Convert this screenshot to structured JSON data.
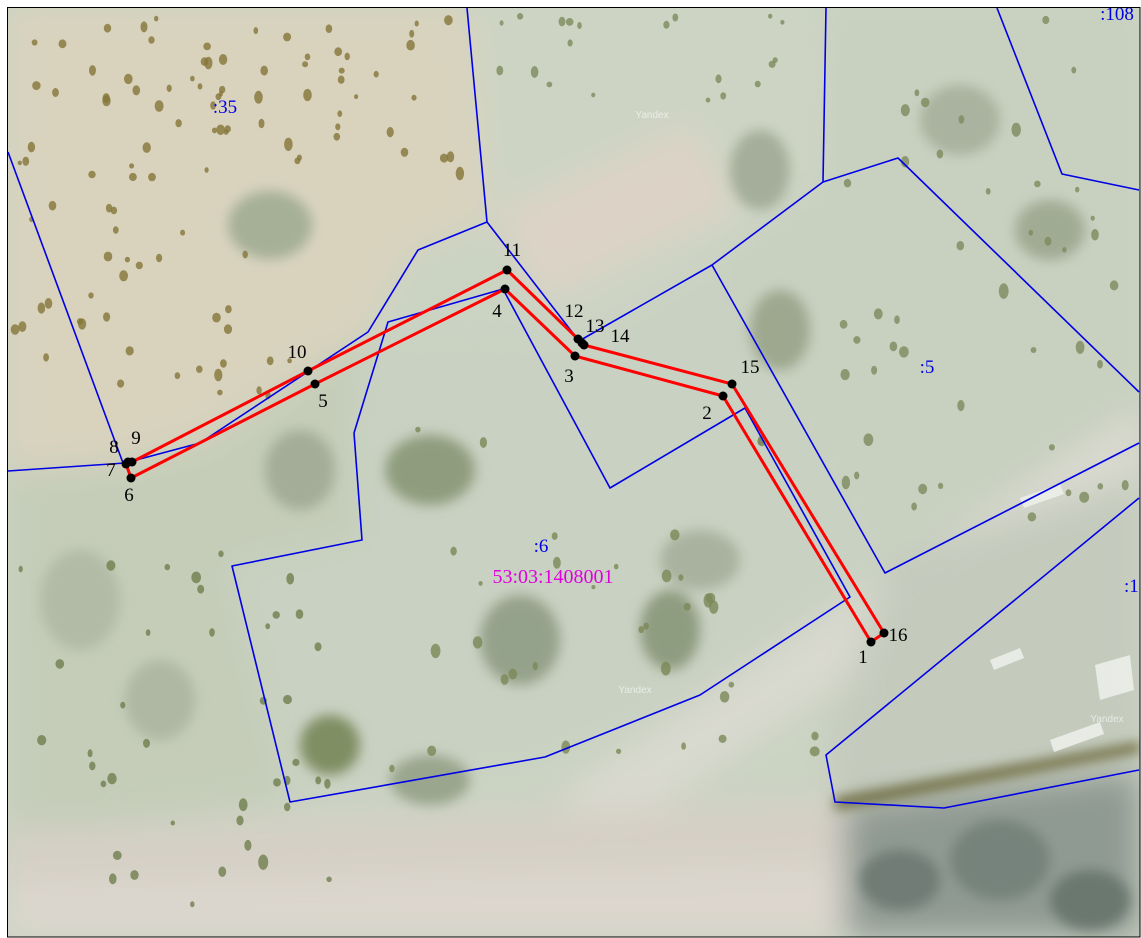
{
  "map": {
    "parcel_labels": [
      ":35",
      ":108",
      ":5",
      ":6",
      ":1"
    ],
    "cadastral_block": "53:03:1408001",
    "points": [
      "1",
      "2",
      "3",
      "4",
      "5",
      "6",
      "7",
      "8",
      "9",
      "10",
      "11",
      "12",
      "13",
      "14",
      "15",
      "16"
    ],
    "watermarks": [
      "Yandex",
      "Yandex",
      "Yandex"
    ],
    "colors": {
      "parcel_boundary": "#0000e6",
      "corridor_boundary": "#ff0000",
      "point_marker": "#000000",
      "point_label": "#000000",
      "parcel_label": "#0000e6",
      "cadastral_block_label": "#e000e0",
      "frame": "#000000"
    }
  }
}
